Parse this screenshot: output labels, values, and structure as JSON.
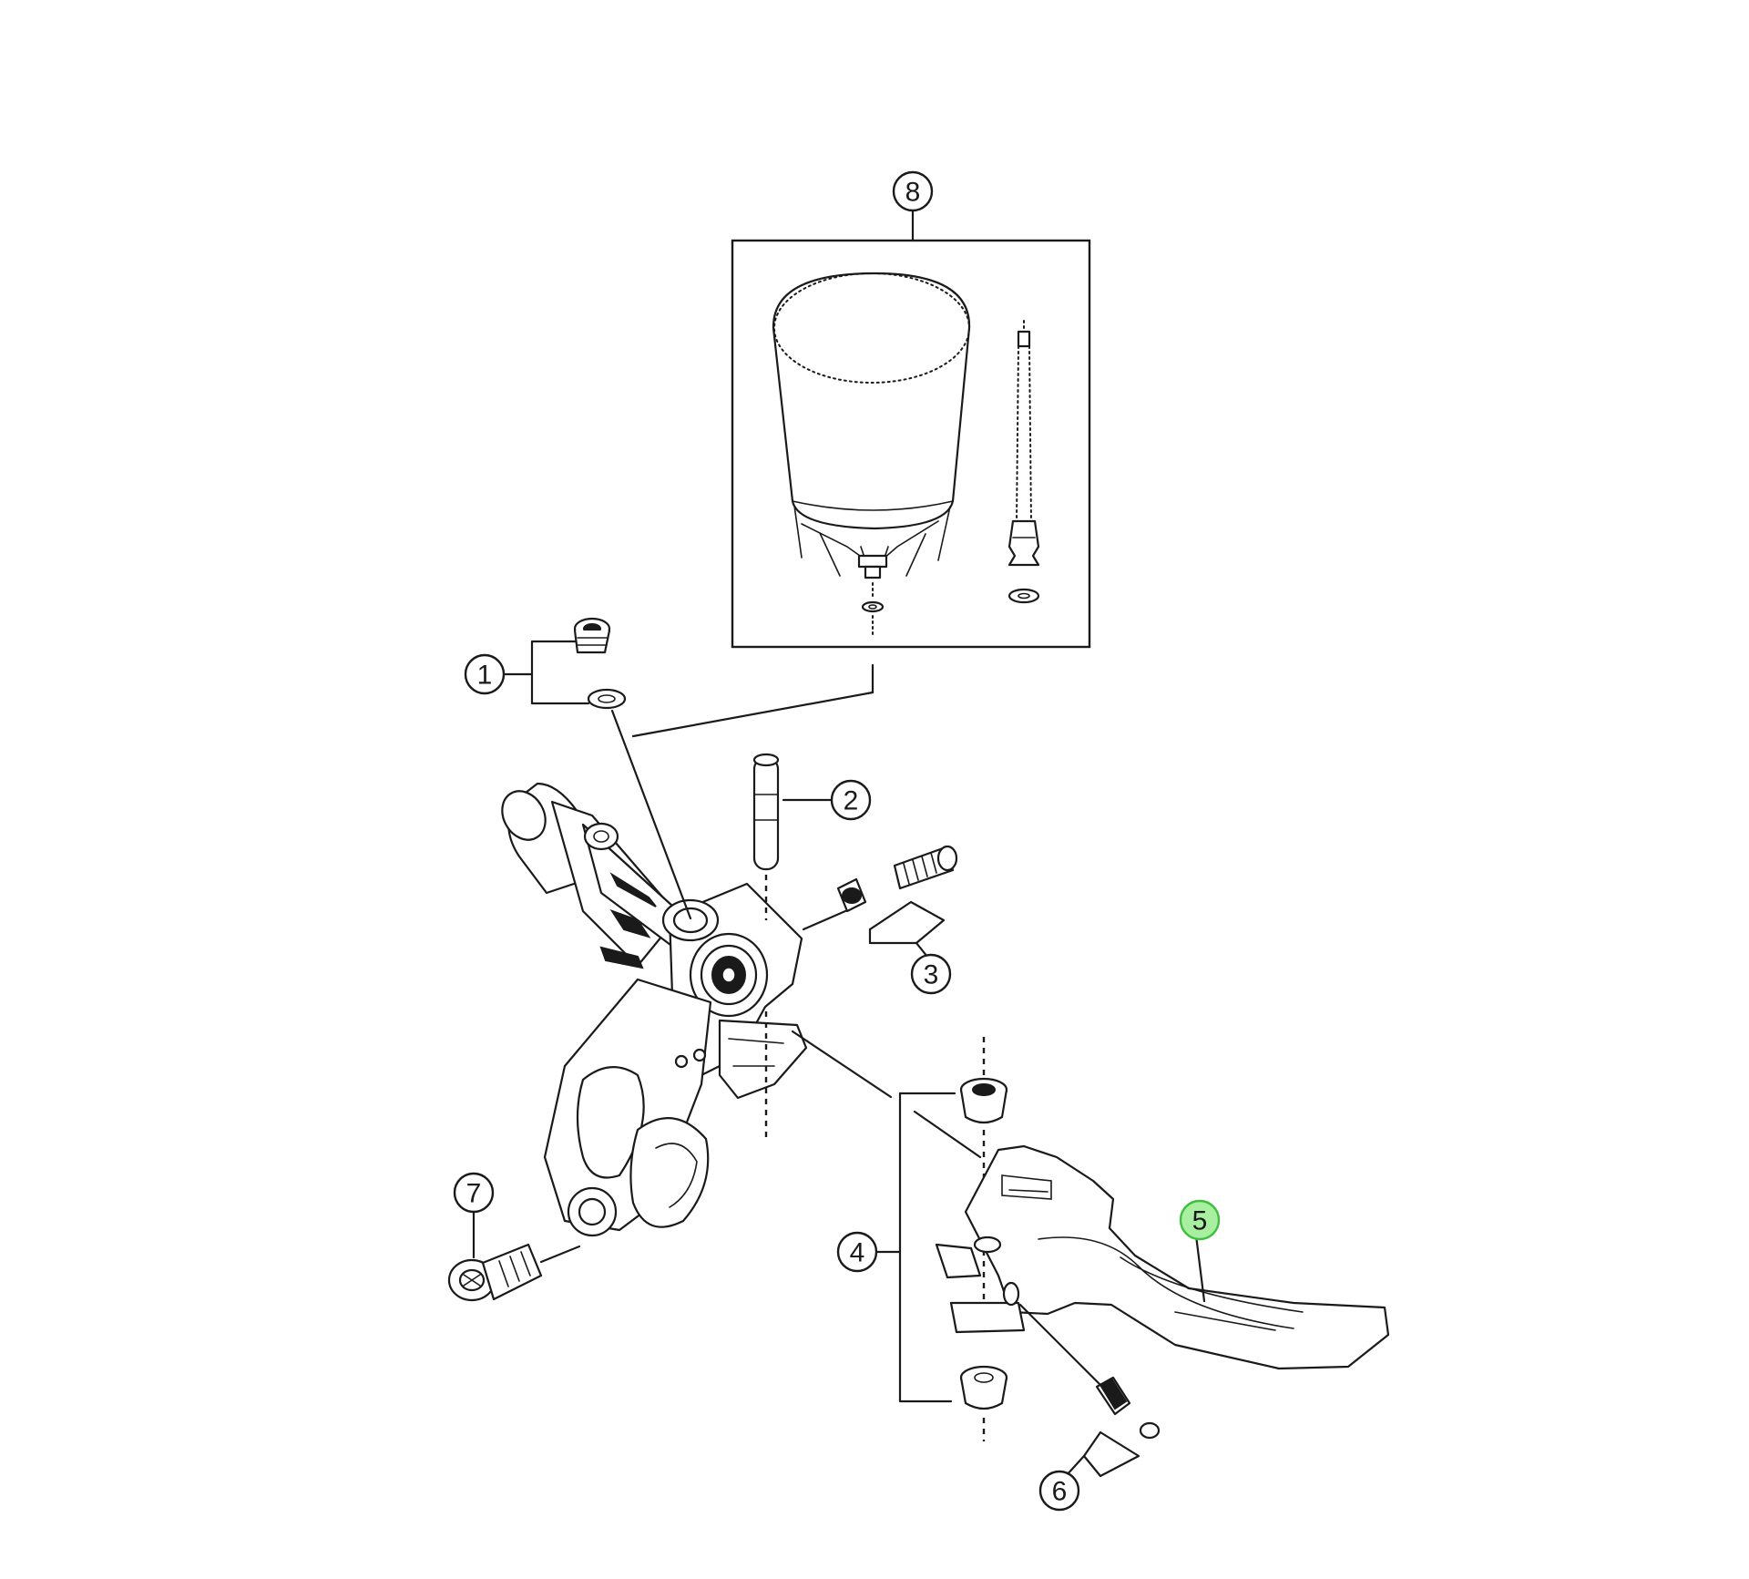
{
  "callouts": [
    {
      "id": "1",
      "label": "1",
      "highlighted": false
    },
    {
      "id": "2",
      "label": "2",
      "highlighted": false
    },
    {
      "id": "3",
      "label": "3",
      "highlighted": false
    },
    {
      "id": "4",
      "label": "4",
      "highlighted": false
    },
    {
      "id": "5",
      "label": "5",
      "highlighted": true
    },
    {
      "id": "6",
      "label": "6",
      "highlighted": false
    },
    {
      "id": "7",
      "label": "7",
      "highlighted": false
    },
    {
      "id": "8",
      "label": "8",
      "highlighted": false
    }
  ],
  "colors": {
    "line": "#1a1a1a",
    "background": "#ffffff",
    "highlight": "#a8f0a0",
    "highlight_stroke": "#3fbf3f"
  }
}
